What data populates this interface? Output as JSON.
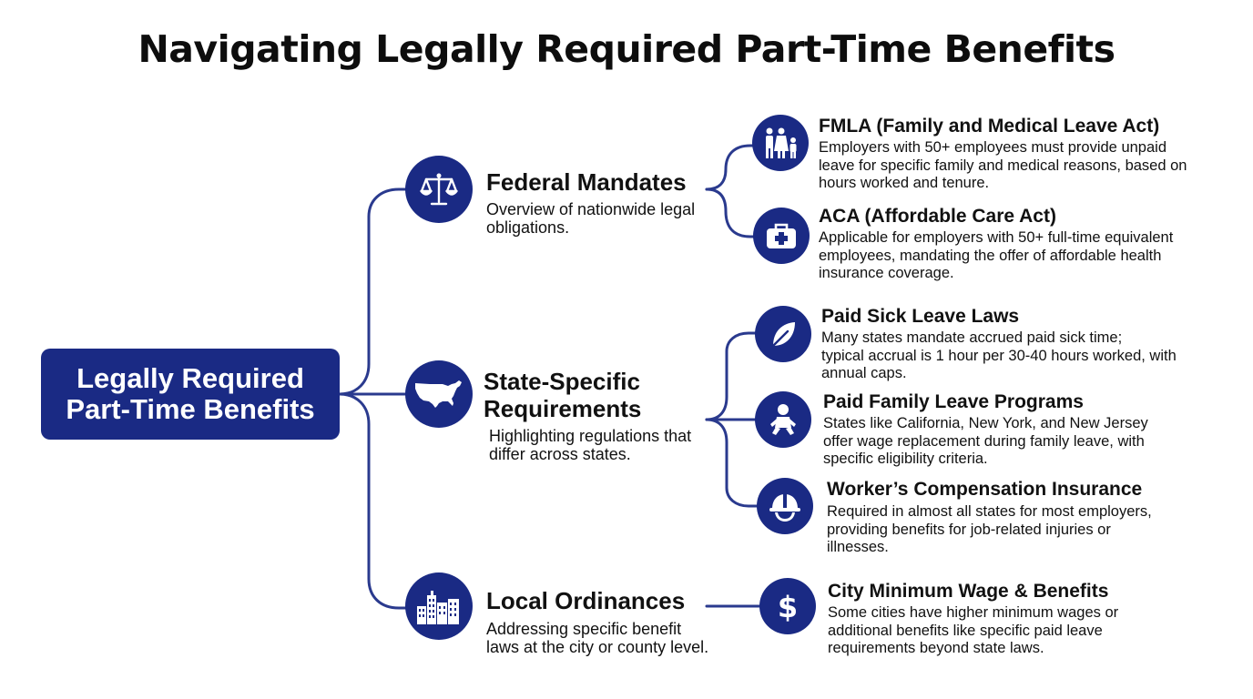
{
  "title": "Navigating Legally Required Part-Time Benefits",
  "root": {
    "line1": "Legally Required",
    "line2": "Part-Time Benefits"
  },
  "colors": {
    "primary": "#1a2a84",
    "connector": "#2a3a8e",
    "text": "#111111",
    "background": "#ffffff"
  },
  "branches": [
    {
      "icon": "scales-of-justice-icon",
      "title": "Federal Mandates",
      "desc_lines": [
        "Overview of nationwide legal",
        "obligations."
      ],
      "leaves": [
        {
          "icon": "family-icon",
          "title": "FMLA (Family and Medical Leave Act)",
          "desc_lines": [
            "Employers with 50+ employees must provide unpaid",
            "leave for specific family and medical reasons, based on",
            "hours worked and tenure."
          ]
        },
        {
          "icon": "first-aid-kit-icon",
          "title": "ACA (Affordable Care Act)",
          "desc_lines": [
            "Applicable for employers with 50+ full-time equivalent",
            "employees, mandating the offer of affordable health",
            "insurance coverage."
          ]
        }
      ]
    },
    {
      "icon": "usa-map-icon",
      "title_lines": [
        "State-Specific",
        "Requirements"
      ],
      "desc_lines": [
        "Highlighting regulations that",
        "differ across states."
      ],
      "leaves": [
        {
          "icon": "leaf-icon",
          "title": "Paid Sick Leave Laws",
          "desc_lines": [
            "Many states mandate accrued paid sick time;",
            "typical accrual is 1 hour per 30-40 hours worked, with",
            "annual caps."
          ]
        },
        {
          "icon": "baby-icon",
          "title": "Paid Family Leave Programs",
          "desc_lines": [
            "States like California, New York, and New Jersey",
            "offer wage replacement during family leave, with",
            "specific eligibility criteria."
          ]
        },
        {
          "icon": "hard-hat-icon",
          "title": "Worker’s Compensation Insurance",
          "desc_lines": [
            "Required in almost all states for most employers,",
            "providing benefits for job-related injuries or",
            "illnesses."
          ]
        }
      ]
    },
    {
      "icon": "city-buildings-icon",
      "title": "Local Ordinances",
      "desc_lines": [
        "Addressing specific benefit",
        "laws at the city or county level."
      ],
      "leaves": [
        {
          "icon": "dollar-icon",
          "title": "City Minimum Wage & Benefits",
          "desc_lines": [
            "Some cities have higher minimum wages or",
            "additional benefits like specific paid leave",
            "requirements beyond state laws."
          ]
        }
      ]
    }
  ]
}
